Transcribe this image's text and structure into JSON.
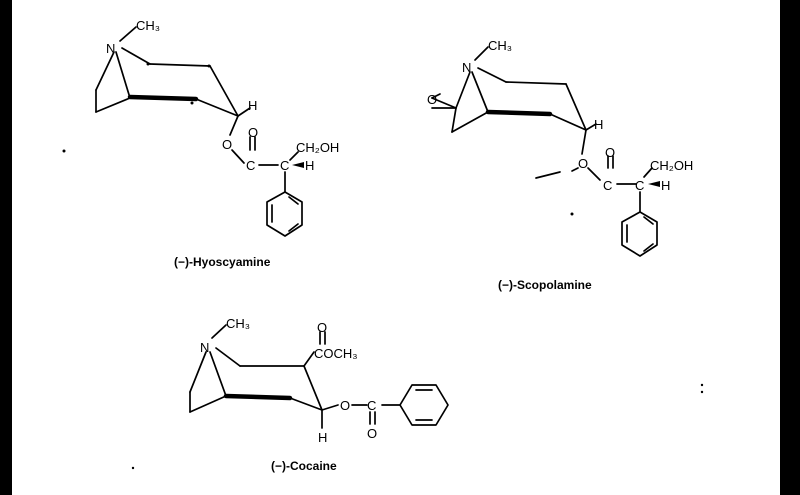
{
  "molecules": [
    {
      "caption": "(−)-Hyoscyamine",
      "labels": {
        "n": "N",
        "methyl": "CH₃",
        "h1": "H",
        "o1": "O",
        "o2": "O",
        "c1": "C",
        "c2": "C",
        "ch2oh": "CH₂OH",
        "h2": "H"
      }
    },
    {
      "caption": "(−)-Scopolamine",
      "labels": {
        "n": "N",
        "methyl": "CH₃",
        "epoxy_o": "O",
        "h1": "H",
        "o1": "O",
        "o2": "O",
        "c1": "C",
        "c2": "C",
        "ch2oh": "CH₂OH",
        "h2": "H"
      }
    },
    {
      "caption": "(−)-Cocaine",
      "labels": {
        "n": "N",
        "methyl": "CH₃",
        "o_top": "O",
        "cooch3": "COCH₃",
        "o1": "O",
        "c1": "C",
        "o2": "O",
        "h1": "H"
      }
    }
  ]
}
